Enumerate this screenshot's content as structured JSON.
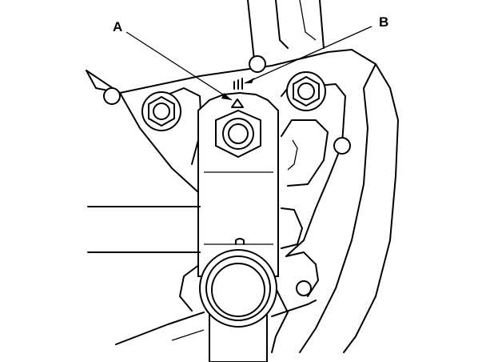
{
  "diagram": {
    "callouts": [
      {
        "id": "A",
        "text": "A"
      },
      {
        "id": "B",
        "text": "B"
      }
    ],
    "colors": {
      "ink": "#000000",
      "paper": "#ffffff"
    }
  }
}
